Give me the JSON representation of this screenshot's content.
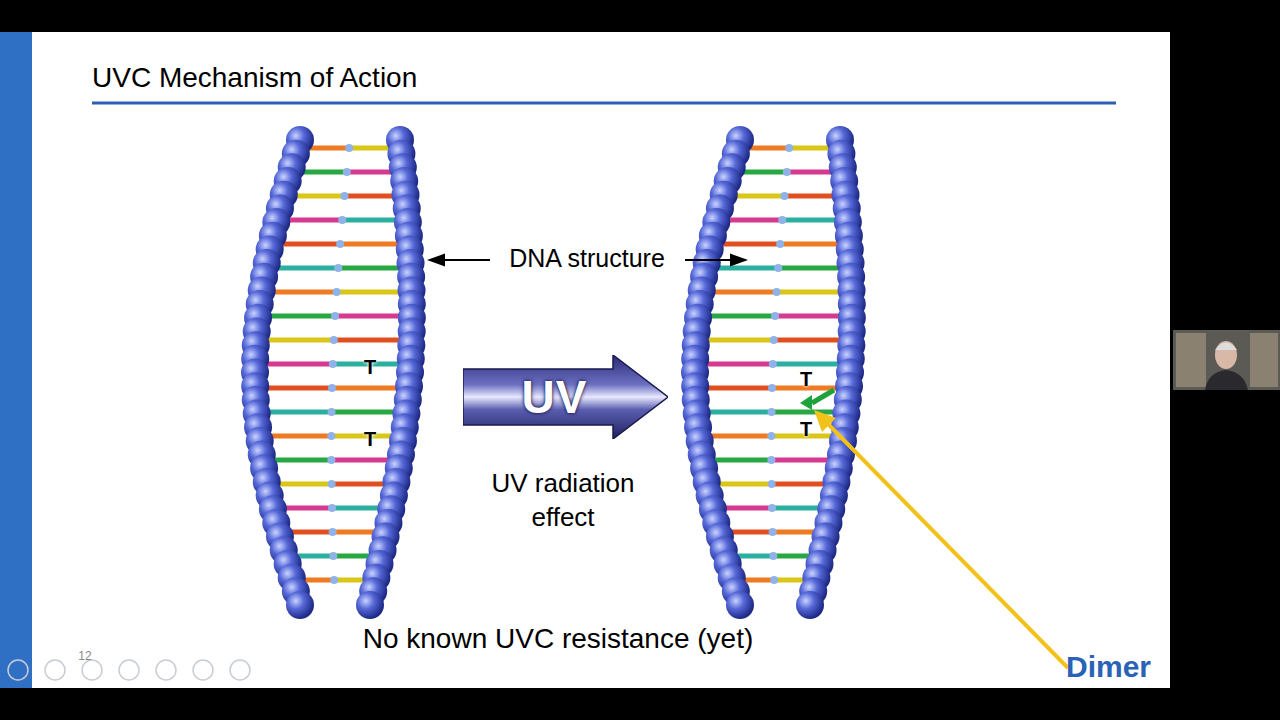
{
  "diagram": {
    "title": "UVC Mechanism of Action",
    "caption": "No known UVC resistance (yet)",
    "nodes": [
      {
        "text": [
          "UV"
        ]
      }
    ],
    "labels": [
      "DNA structure",
      "UV radiation effect",
      "T",
      "T",
      "T",
      "T",
      "12",
      "Dimer"
    ]
  }
}
